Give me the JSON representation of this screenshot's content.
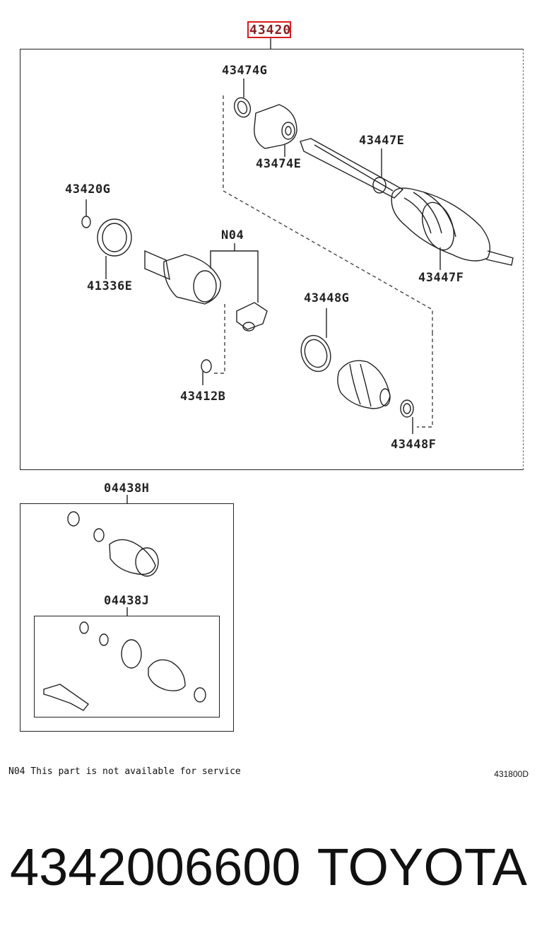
{
  "header": {
    "assembly_label": "43420"
  },
  "main_box": {
    "labels": {
      "p43474G": "43474G",
      "p43474E": "43474E",
      "p43447E": "43447E",
      "p43447F": "43447F",
      "p43420G": "43420G",
      "p41336E": "41336E",
      "N04": "N04",
      "p43448G": "43448G",
      "p43412B": "43412B",
      "p43448F": "43448F"
    }
  },
  "kit_box": {
    "label_outer": "04438H",
    "label_inner": "04438J"
  },
  "footer": {
    "note": "N04 This part is not available for service",
    "diagram_id": "431800D",
    "part_number": "4342006600",
    "brand": "TOYOTA"
  },
  "colors": {
    "highlight": "#d91b1b",
    "line": "#222222"
  }
}
